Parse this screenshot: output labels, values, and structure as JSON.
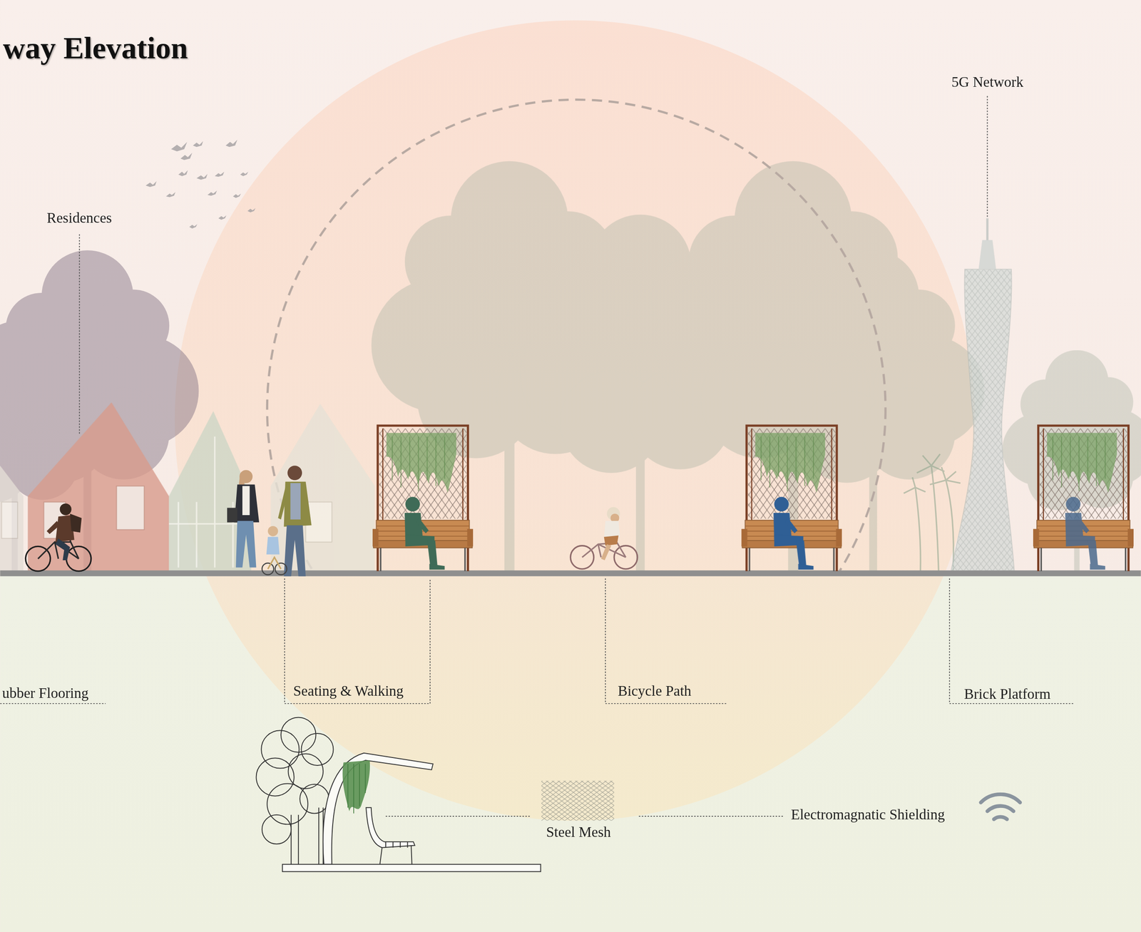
{
  "diagram": {
    "title": "way Elevation",
    "labels": [
      "5G Network",
      "Residences",
      "ubber Flooring",
      "Seating & Walking",
      "Bicycle Path",
      "Brick Platform",
      "Electromagnatic Shielding",
      "Steel Mesh"
    ]
  }
}
